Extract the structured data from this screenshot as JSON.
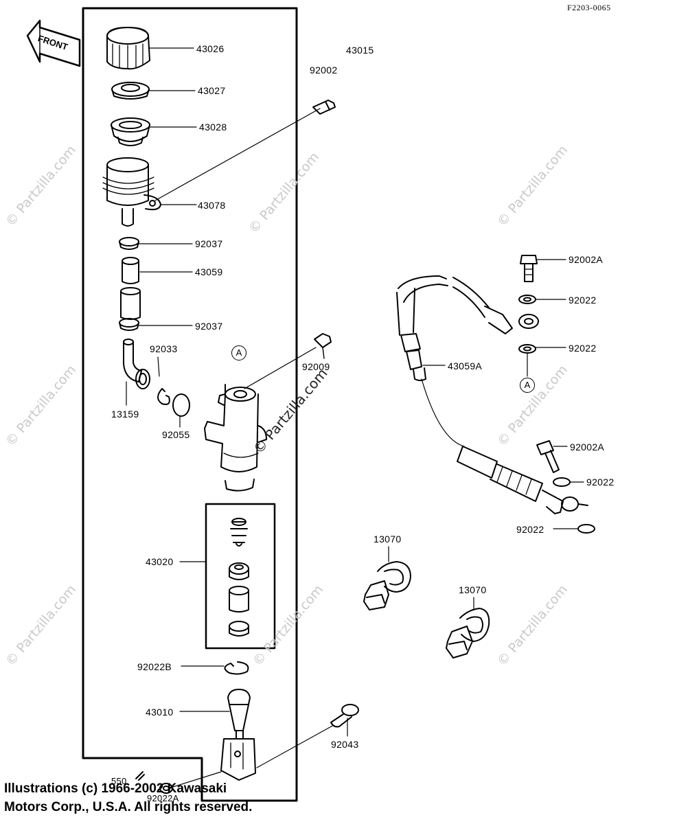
{
  "diagram_code": "F2203-0065",
  "front_badge": "FRONT",
  "callout_letter": "A",
  "watermark_text": "© Partzilla.com",
  "copyright_text": [
    "Illustrations (c) 1966-2002 Kawasaki",
    "Motors Corp., U.S.A.  All rights reserved."
  ],
  "labels": {
    "p43026": "43026",
    "p43015": "43015",
    "p92002": "92002",
    "p43027": "43027",
    "p43028": "43028",
    "p43078": "43078",
    "p92037a": "92037",
    "p43059": "43059",
    "p92037b": "92037",
    "p92033": "92033",
    "p92009": "92009",
    "p13159": "13159",
    "p92055": "92055",
    "p43020": "43020",
    "p92022B": "92022B",
    "p43010": "43010",
    "p92043": "92043",
    "p550": "550",
    "p92022A_bottom": "92022A",
    "p92002A_top": "92002A",
    "p92022_a": "92022",
    "p92022_b": "92022",
    "p43059A": "43059A",
    "p92002A_mid": "92002A",
    "p92022_c": "92022",
    "p92022_d": "92022",
    "p13070_a": "13070",
    "p13070_b": "13070"
  }
}
